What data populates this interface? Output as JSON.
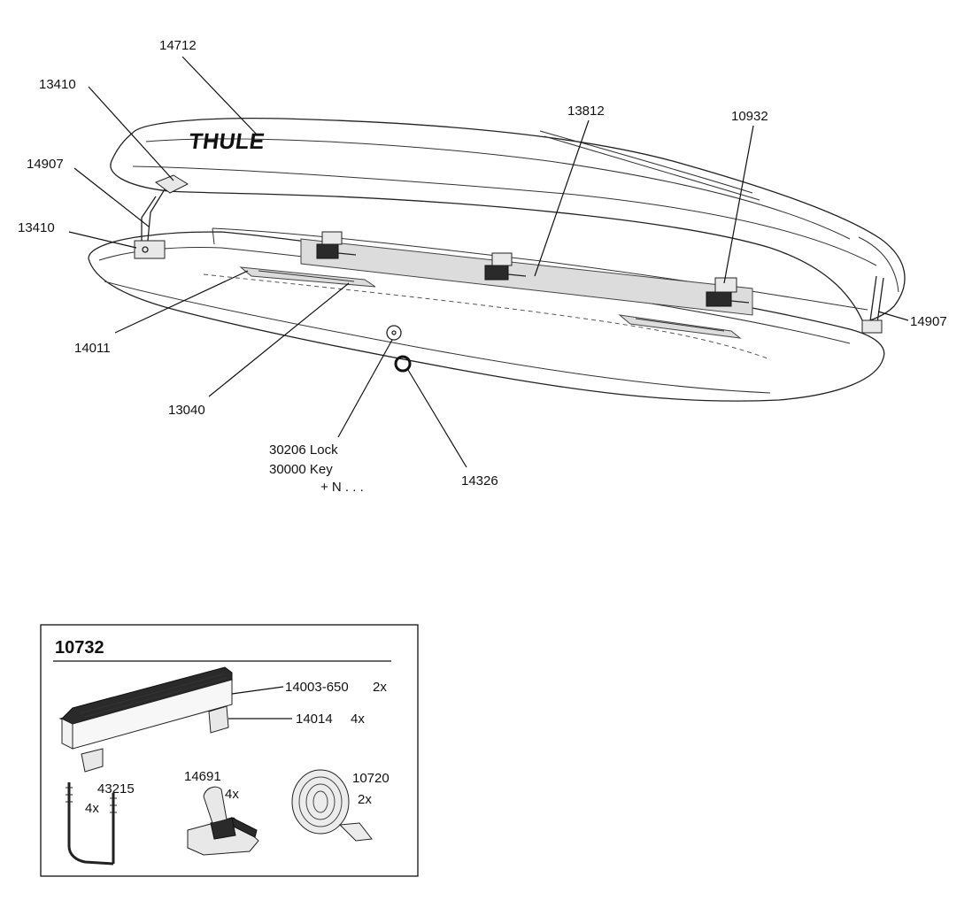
{
  "brand": "THULE",
  "callouts": {
    "lid": "14712",
    "hinge_arm_upper": "13410",
    "strut_left": "14907",
    "hinge_base": "13410",
    "rail": "13812",
    "clamp": "10932",
    "strut_right": "14907",
    "channel": "14011",
    "slide_plate": "13040",
    "lock_line1": "30206 Lock",
    "lock_line2": "30000 Key",
    "lock_line3": "+ N . . .",
    "ring": "14326"
  },
  "kit": {
    "title": "10732",
    "bar_part": "14003-650",
    "bar_qty": "2x",
    "foot_part": "14014",
    "foot_qty": "4x",
    "ubolt_part": "43215",
    "ubolt_qty": "4x",
    "clamp_part": "14691",
    "clamp_qty": "4x",
    "tape_part": "10720",
    "tape_qty": "2x"
  },
  "colors": {
    "ink": "#111111",
    "background": "#ffffff",
    "panel_fill": "#dcdcdc"
  }
}
